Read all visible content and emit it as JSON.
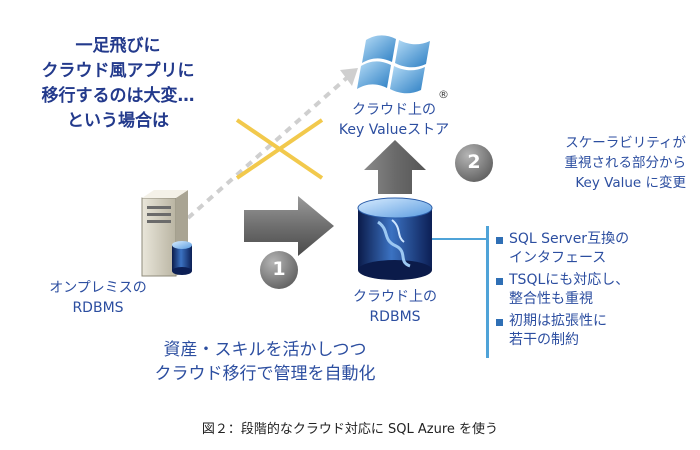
{
  "headline": [
    "一足飛びに",
    "クラウド風アプリに",
    "移行するのは大変…",
    "という場合は"
  ],
  "onprem": {
    "label_line1": "オンプレミスの",
    "label_line2": "RDBMS"
  },
  "cloud_rdbms": {
    "label_line1": "クラウド上の",
    "label_line2": "RDBMS"
  },
  "cloud_kv": {
    "label_line1": "クラウド上の",
    "label_line2": "Key Valueストア"
  },
  "step1": {
    "number": "1"
  },
  "step2": {
    "number": "2"
  },
  "kv_note": [
    "スケーラビリティが",
    "重視される部分から",
    "Key Value に変更"
  ],
  "bullets": [
    {
      "text": "SQL Server互換の\nインタフェース"
    },
    {
      "text": "TSQLにも対応し、\n整合性も重視"
    },
    {
      "text": "初期は拡張性に\n若干の制約"
    }
  ],
  "bottom_caption": [
    "資産・スキルを活かしつつ",
    "クラウド移行で管理を自動化"
  ],
  "figure_caption": "図２：段階的なクラウド対応に SQL Azure を使う",
  "windows_logo": {
    "registered_mark": "®"
  },
  "colors": {
    "text_blue": "#2c4ea0",
    "headline_blue": "#233a8c",
    "cross_yellow": "#f2c94c",
    "badge_gray": "#7a7a7a",
    "bracket_blue": "#4fa3d8"
  }
}
